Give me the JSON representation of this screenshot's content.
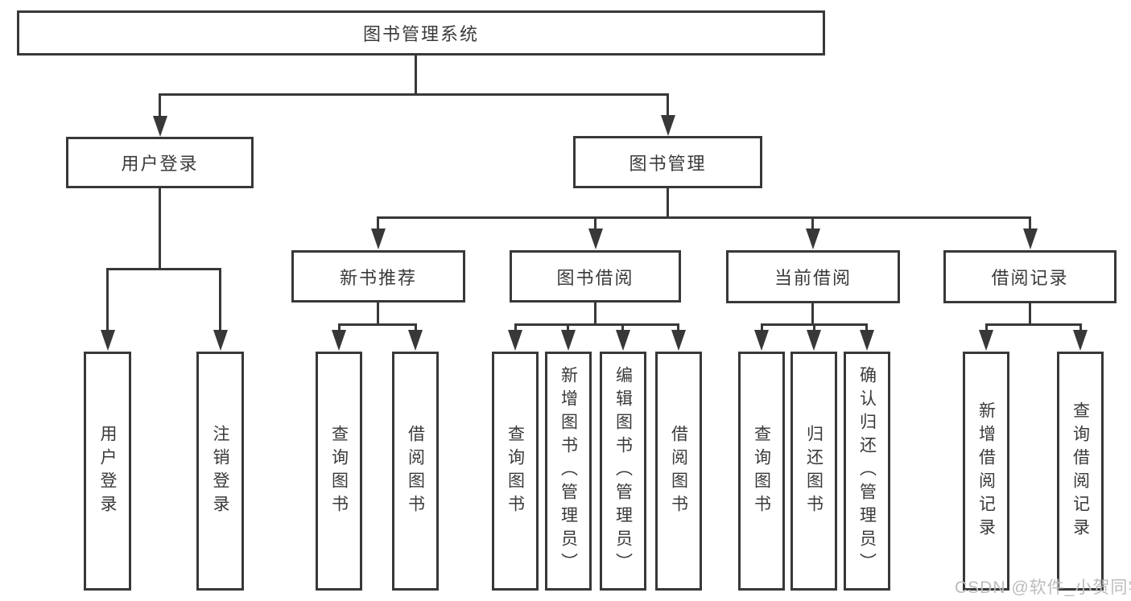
{
  "colors": {
    "line": "#383838",
    "box_fill": "#ffffff",
    "text": "#3a3a3a",
    "watermark": "#bcbcbc",
    "background": "#ffffff"
  },
  "diagram": {
    "root": {
      "label": "图书管理系统"
    },
    "level2": [
      {
        "label": "用户登录"
      },
      {
        "label": "图书管理"
      }
    ],
    "level3": [
      {
        "label": "新书推荐"
      },
      {
        "label": "图书借阅"
      },
      {
        "label": "当前借阅"
      },
      {
        "label": "借阅记录"
      }
    ],
    "leaves": [
      {
        "label": "用户登录"
      },
      {
        "label": "注销登录"
      },
      {
        "label": "查询图书"
      },
      {
        "label": "借阅图书"
      },
      {
        "label": "查询图书"
      },
      {
        "label": "新增图书（管理员）"
      },
      {
        "label": "编辑图书（管理员）"
      },
      {
        "label": "借阅图书"
      },
      {
        "label": "查询图书"
      },
      {
        "label": "归还图书"
      },
      {
        "label": "确认归还（管理员）"
      },
      {
        "label": "新增借阅记录"
      },
      {
        "label": "查询借阅记录"
      }
    ]
  },
  "watermark": {
    "text": "CSDN @软件_小贺同学"
  }
}
